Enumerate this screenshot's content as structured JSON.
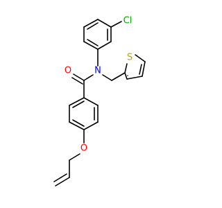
{
  "diagram_type": "chemical-structure",
  "atoms": {
    "oxygen_carbonyl": {
      "symbol": "O",
      "color": "#ff0000"
    },
    "nitrogen_amide": {
      "symbol": "N",
      "color": "#0000ff"
    },
    "chlorine": {
      "symbol": "Cl",
      "color": "#00aa00"
    },
    "sulfur": {
      "symbol": "S",
      "color": "#c8a000"
    },
    "oxygen_ether": {
      "symbol": "O",
      "color": "#ff0000"
    }
  },
  "bond_color": "#000000"
}
